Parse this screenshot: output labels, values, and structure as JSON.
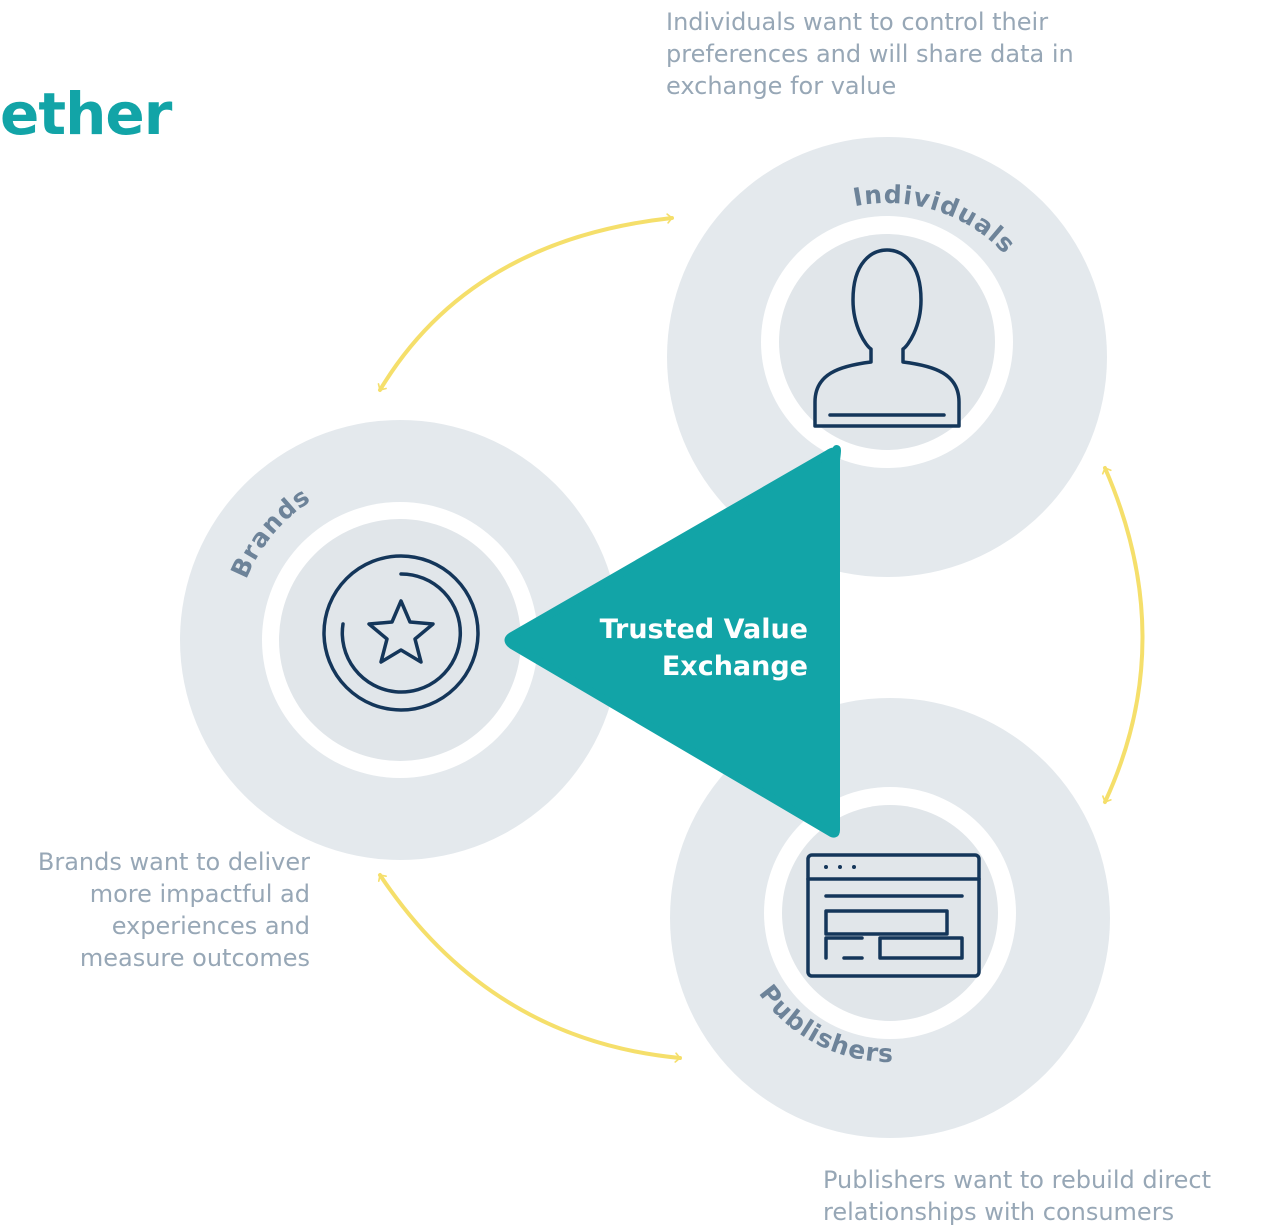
{
  "headline": "ether",
  "center_label": [
    "Trusted Value",
    "Exchange"
  ],
  "nodes": {
    "individuals": {
      "label": "Individuals",
      "icon": "person-icon",
      "caption": [
        "Individuals want to control their",
        "preferences and will share data in",
        "exchange for value"
      ]
    },
    "brands": {
      "label": "Brands",
      "icon": "star-badge-icon",
      "caption": [
        "Brands want to deliver",
        "more impactful ad",
        "experiences and",
        "measure outcomes"
      ]
    },
    "publishers": {
      "label": "Publishers",
      "icon": "browser-window-icon",
      "caption": [
        "Publishers want to rebuild direct",
        "relationships with consumers"
      ]
    }
  },
  "colors": {
    "teal": "#12a4a7",
    "ring": "#e4e9ed",
    "ring_inner": "#e1e6ea",
    "icon_stroke": "#14365a",
    "arrow": "#f5df6b",
    "label": "#6d8399",
    "caption": "#97a7b6"
  }
}
